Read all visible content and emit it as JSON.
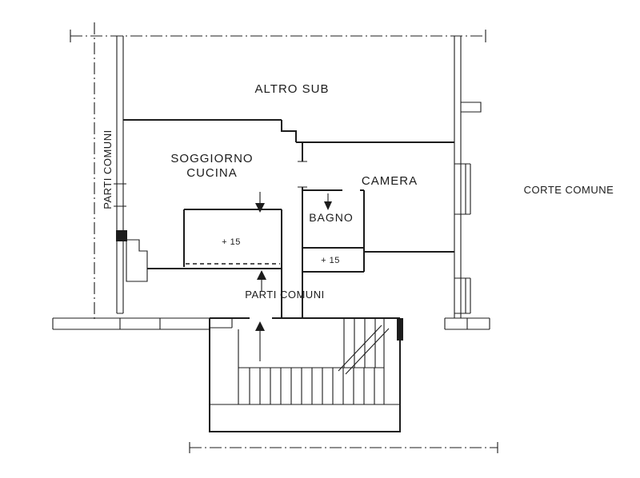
{
  "plan": {
    "colors": {
      "line": "#1c1c1c",
      "background": "#ffffff"
    },
    "labels": {
      "altro_sub": "ALTRO SUB",
      "soggiorno_line1": "SOGGIORNO",
      "soggiorno_line2": "CUCINA",
      "camera": "CAMERA",
      "bagno": "BAGNO",
      "level_soggiorno": "+ 15",
      "level_bagno": "+ 15",
      "parti_comuni_left": "PARTI COMUNI",
      "parti_comuni_bottom": "PARTI COMUNI",
      "corte_comune": "CORTE COMUNE"
    }
  }
}
